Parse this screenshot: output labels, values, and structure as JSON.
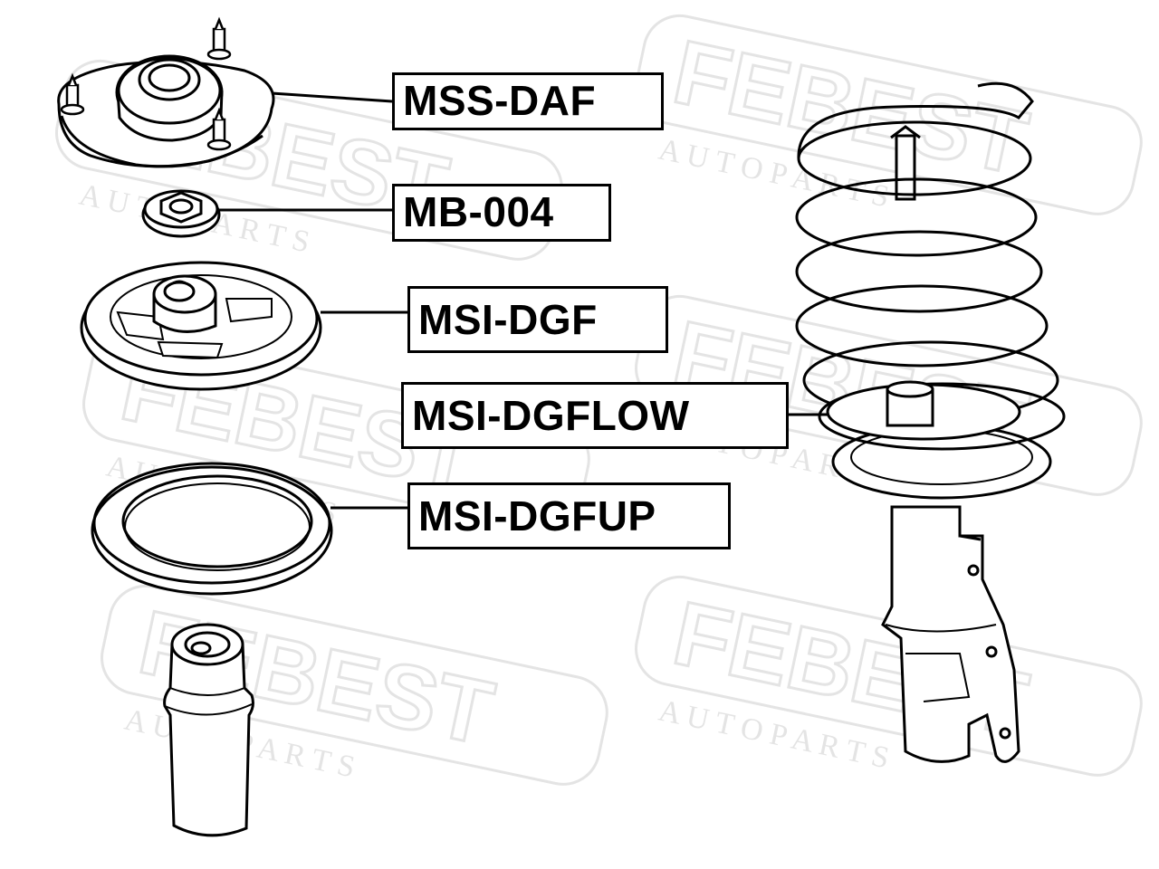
{
  "watermark": {
    "brand": "FEBEST",
    "tagline": "A U T O   P A R T S",
    "color": "#e6e6e6"
  },
  "parts": [
    {
      "code": "MSS-DAF",
      "depicts": "strut-mount"
    },
    {
      "code": "MB-004",
      "depicts": "bearing-nut"
    },
    {
      "code": "MSI-DGF",
      "depicts": "spring-seat"
    },
    {
      "code": "MSI-DGFLOW",
      "depicts": "lower-spring-insulator"
    },
    {
      "code": "MSI-DGFUP",
      "depicts": "upper-spring-insulator"
    }
  ],
  "colors": {
    "line": "#000000",
    "background": "#ffffff"
  }
}
